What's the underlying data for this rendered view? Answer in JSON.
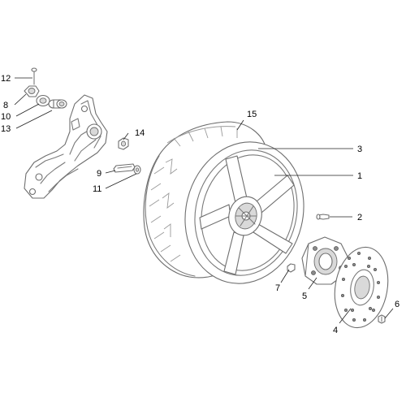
{
  "callouts": {
    "c1": "1",
    "c2": "2",
    "c3": "3",
    "c4": "4",
    "c5": "5",
    "c6": "6",
    "c7": "7",
    "c8": "8",
    "c9": "9",
    "c10": "10",
    "c11": "11",
    "c12": "12",
    "c13": "13",
    "c14": "14",
    "c15": "15"
  },
  "colors": {
    "line": "#6e6e6e",
    "text": "#000000",
    "background": "#ffffff"
  }
}
